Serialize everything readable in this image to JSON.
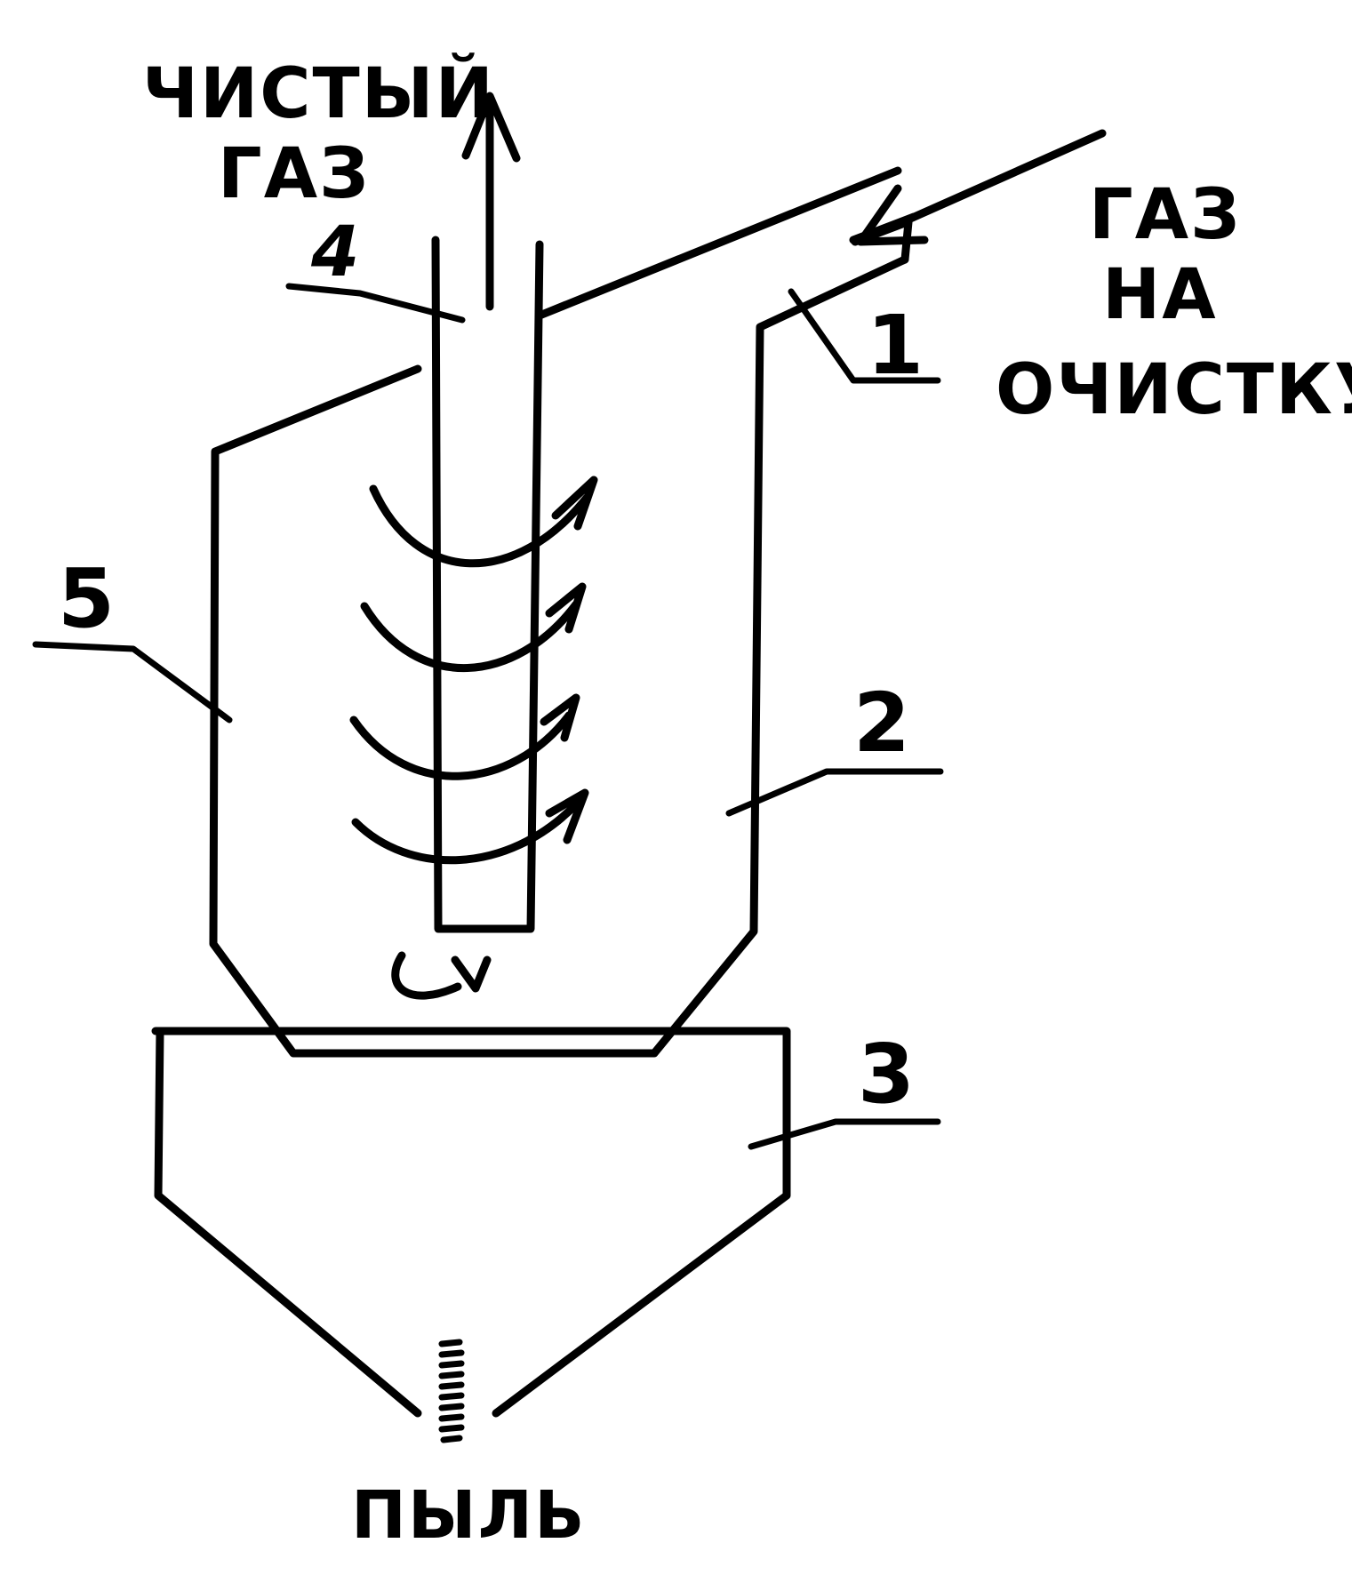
{
  "labels": {
    "clean_gas_line1": "ЧИСТЫЙ",
    "clean_gas_line2": "ГАЗ",
    "inlet_line1": "ГАЗ",
    "inlet_line2": "НА",
    "inlet_line3": "ОЧИСТКУ",
    "dust": "ПЫЛЬ"
  },
  "parts": {
    "p1": "1",
    "p2": "2",
    "p3": "3",
    "p4": "4",
    "p5": "5"
  }
}
